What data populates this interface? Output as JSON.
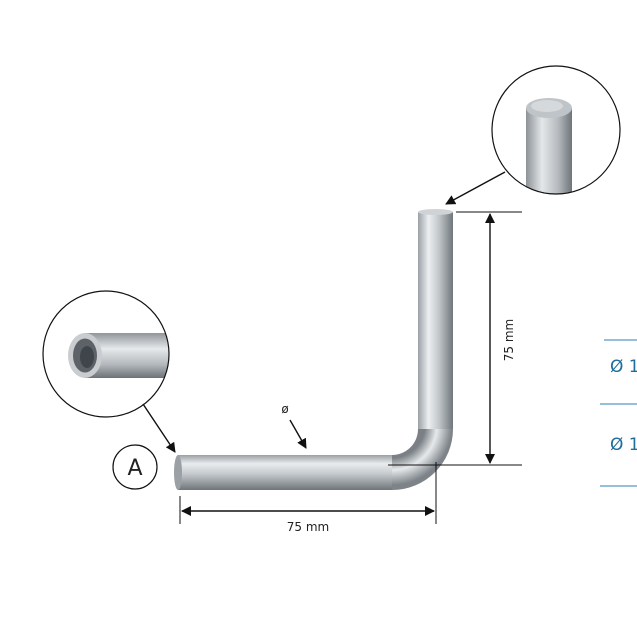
{
  "dimensions": {
    "horizontal_length": "75 mm",
    "vertical_length": "75 mm",
    "diameter_symbol": "ø"
  },
  "callout": {
    "end_label": "A"
  },
  "side_table": {
    "rows": [
      "Ø 1",
      "Ø 1"
    ]
  },
  "colors": {
    "table_accent": "#2f7fb5",
    "line": "#111111",
    "steel_mid": "#b7bcc0"
  }
}
